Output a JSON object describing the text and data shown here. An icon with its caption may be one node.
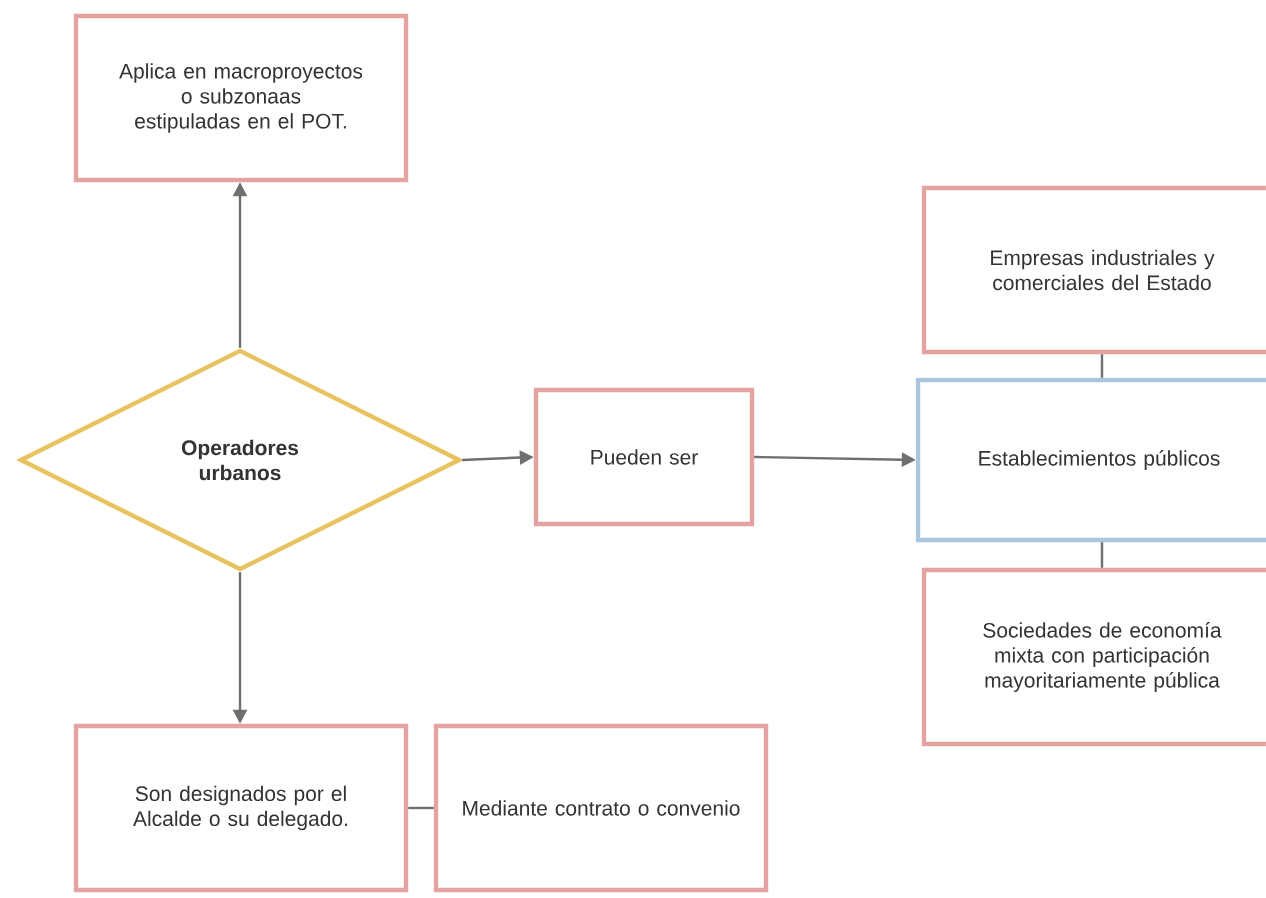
{
  "diagram": {
    "nodes": [
      {
        "text": [
          "Aplica en macroproyectos o subzonaas estipuladas en el POT."
        ]
      },
      {
        "text": [
          "Operadores urbanos"
        ]
      },
      {
        "text": [
          "Pueden ser"
        ]
      },
      {
        "text": [
          "Empresas industriales y comerciales del Estado"
        ]
      },
      {
        "text": [
          "Establecimientos públicos"
        ]
      },
      {
        "text": [
          "Sociedades de economía mixta con participación mayoritariamente pública"
        ]
      },
      {
        "text": [
          "Son designados por el Alcalde o su delegado."
        ]
      },
      {
        "text": [
          "Mediante contrato o convenio"
        ]
      }
    ],
    "edges": [
      {
        "from": 1,
        "to": 0,
        "arrow": "to"
      },
      {
        "from": 1,
        "to": 2,
        "arrow": "to"
      },
      {
        "from": 2,
        "to": 4,
        "arrow": "to"
      },
      {
        "from": 3,
        "to": 4,
        "arrow": "none"
      },
      {
        "from": 4,
        "to": 5,
        "arrow": "none"
      },
      {
        "from": 1,
        "to": 6,
        "arrow": "to"
      },
      {
        "from": 6,
        "to": 7,
        "arrow": "none"
      }
    ]
  }
}
